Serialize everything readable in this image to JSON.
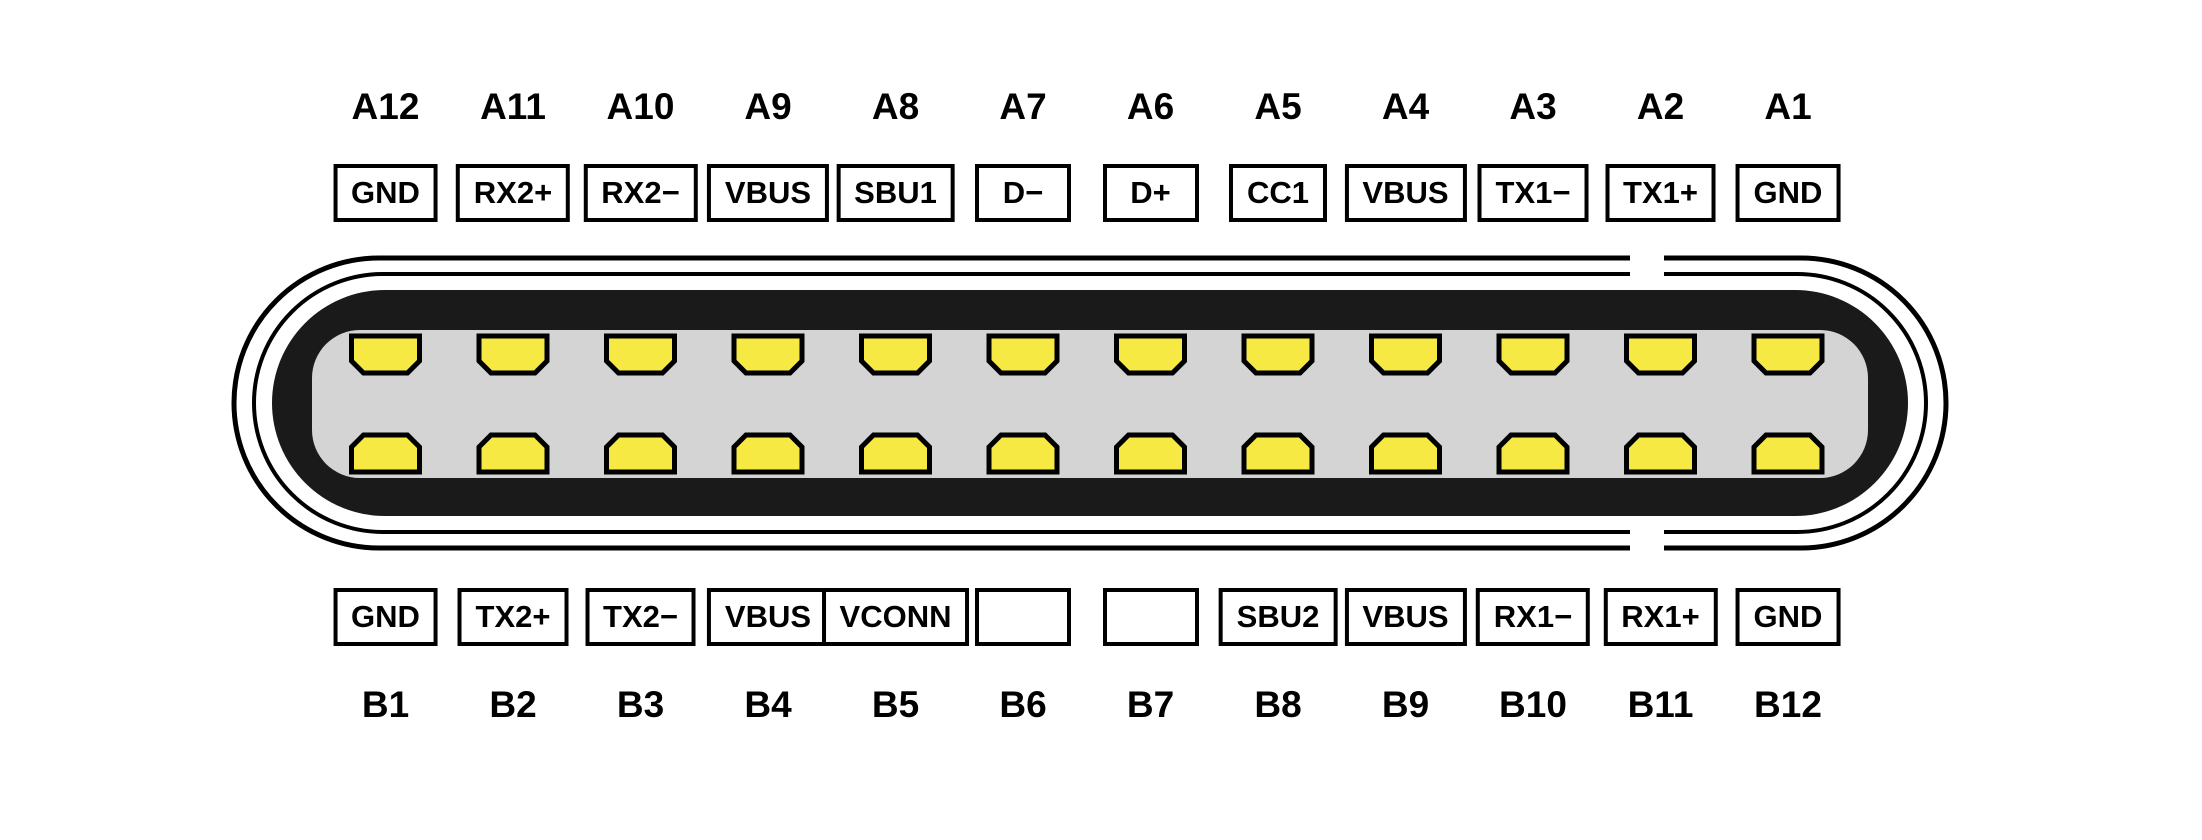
{
  "diagram": {
    "name": "usb-type-c-receptacle-pinout"
  },
  "colors": {
    "background": "#ffffff",
    "outline": "#000000",
    "body_fill": "#1a1a1a",
    "cavity_fill": "#d4d4d4",
    "pin_fill": "#f6e943",
    "pin_outline": "#000000",
    "label_color": "#000000",
    "box_background": "#ffffff"
  },
  "top_row": {
    "side": "A",
    "pins": [
      {
        "pin": "A12",
        "signal": "GND"
      },
      {
        "pin": "A11",
        "signal": "RX2+"
      },
      {
        "pin": "A10",
        "signal": "RX2−"
      },
      {
        "pin": "A9",
        "signal": "VBUS"
      },
      {
        "pin": "A8",
        "signal": "SBU1"
      },
      {
        "pin": "A7",
        "signal": "D−"
      },
      {
        "pin": "A6",
        "signal": "D+"
      },
      {
        "pin": "A5",
        "signal": "CC1"
      },
      {
        "pin": "A4",
        "signal": "VBUS"
      },
      {
        "pin": "A3",
        "signal": "TX1−"
      },
      {
        "pin": "A2",
        "signal": "TX1+"
      },
      {
        "pin": "A1",
        "signal": "GND"
      }
    ]
  },
  "bottom_row": {
    "side": "B",
    "pins": [
      {
        "pin": "B1",
        "signal": "GND"
      },
      {
        "pin": "B2",
        "signal": "TX2+"
      },
      {
        "pin": "B3",
        "signal": "TX2−"
      },
      {
        "pin": "B4",
        "signal": "VBUS"
      },
      {
        "pin": "B5",
        "signal": "VCONN"
      },
      {
        "pin": "B6",
        "signal": ""
      },
      {
        "pin": "B7",
        "signal": ""
      },
      {
        "pin": "B8",
        "signal": "SBU2"
      },
      {
        "pin": "B9",
        "signal": "VBUS"
      },
      {
        "pin": "B10",
        "signal": "RX1−"
      },
      {
        "pin": "B11",
        "signal": "RX1+"
      },
      {
        "pin": "B12",
        "signal": "GND"
      }
    ]
  }
}
